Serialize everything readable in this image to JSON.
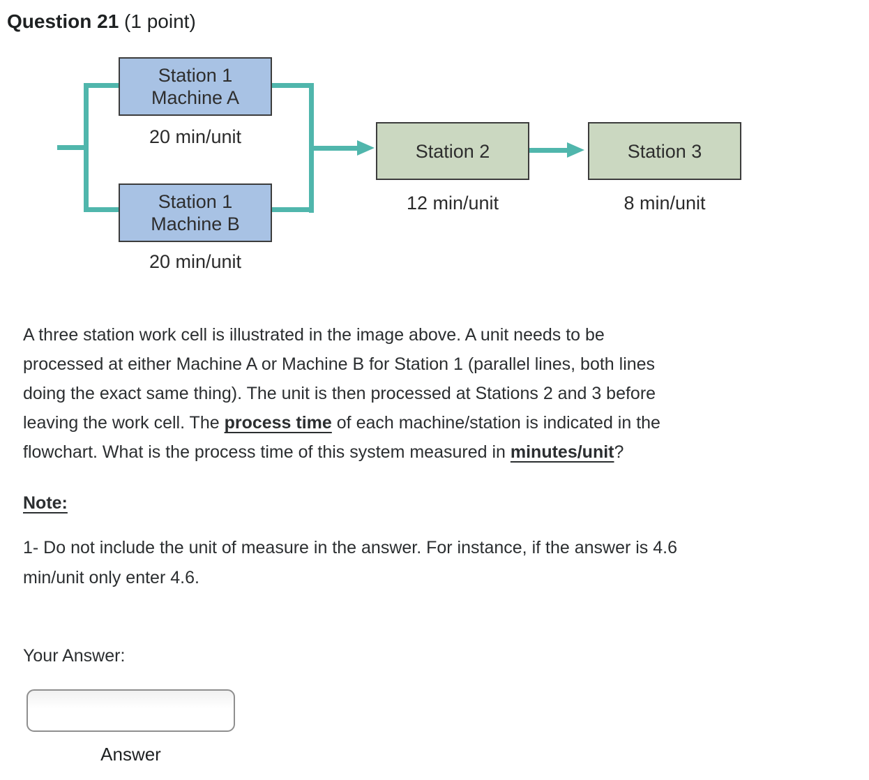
{
  "header": {
    "title_bold": "Question 21",
    "title_points": " (1 point)"
  },
  "diagram": {
    "colors": {
      "station1_fill": "#a8c2e4",
      "station23_fill": "#cbd8c1",
      "connector": "#50b6ac",
      "box_border": "#3c3c3c"
    },
    "node_s1a": {
      "line1": "Station 1",
      "line2": "Machine A",
      "rate": "20 min/unit"
    },
    "node_s1b": {
      "line1": "Station 1",
      "line2": "Machine B",
      "rate": "20 min/unit"
    },
    "node_s2": {
      "label": "Station 2",
      "rate": "12 min/unit"
    },
    "node_s3": {
      "label": "Station 3",
      "rate": "8 min/unit"
    }
  },
  "question": {
    "lines": [
      [
        {
          "t": "A three station work cell is illustrated in the image above. A unit needs to be"
        }
      ],
      [
        {
          "t": "processed at either Machine A or Machine B for Station 1 (parallel lines, both lines"
        }
      ],
      [
        {
          "t": "doing the exact same thing). The unit is then processed at Stations 2 and 3 before"
        }
      ],
      [
        {
          "t": "leaving the work cell. The "
        },
        {
          "t": "process time",
          "b": true,
          "u": true
        },
        {
          "t": " of each machine/station is indicated in the"
        }
      ],
      [
        {
          "t": "flowchart. What is the process time of this system measured in "
        },
        {
          "t": "minutes/unit",
          "b": true,
          "u": true
        },
        {
          "t": "?"
        }
      ]
    ]
  },
  "note": {
    "heading": "Note:",
    "lines": [
      [
        {
          "t": "1- Do not include the unit of measure in the answer. For instance, if the answer is 4.6"
        }
      ],
      [
        {
          "t": "min/unit only enter 4.6."
        }
      ]
    ]
  },
  "answer": {
    "label": "Your Answer:",
    "input_value": "",
    "caption": "Answer"
  }
}
